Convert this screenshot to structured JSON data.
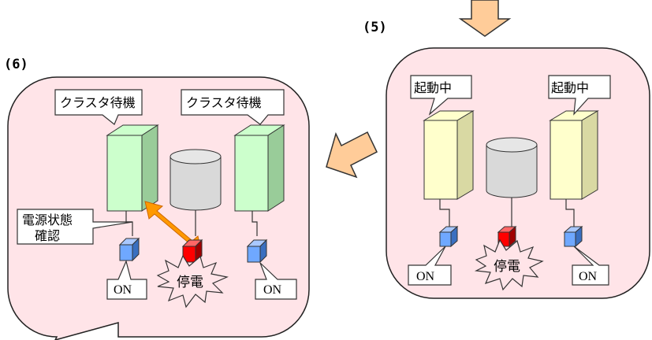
{
  "steps": {
    "step5": "(5)",
    "step6": "(6)"
  },
  "panel5": {
    "server_left_callout": "起動中",
    "server_right_callout": "起動中",
    "switch_left_label": "ON",
    "switch_right_label": "ON",
    "outage_label": "停電"
  },
  "panel6": {
    "server_left_callout": "クラスタ待機",
    "server_right_callout": "クラスタ待機",
    "power_check_line1": "電源状態",
    "power_check_line2": "確認",
    "switch_left_label": "ON",
    "switch_right_label": "ON",
    "outage_label": "停電"
  },
  "colors": {
    "panel_fill": "#ffe4e8",
    "server_starting": "#ffffcc",
    "server_standby": "#ccffcc",
    "switch_on": "#6fa8ff",
    "switch_outage": "#ff0000",
    "arrow_flow": "#ffcc99",
    "arrow_check": "#ff9900"
  }
}
